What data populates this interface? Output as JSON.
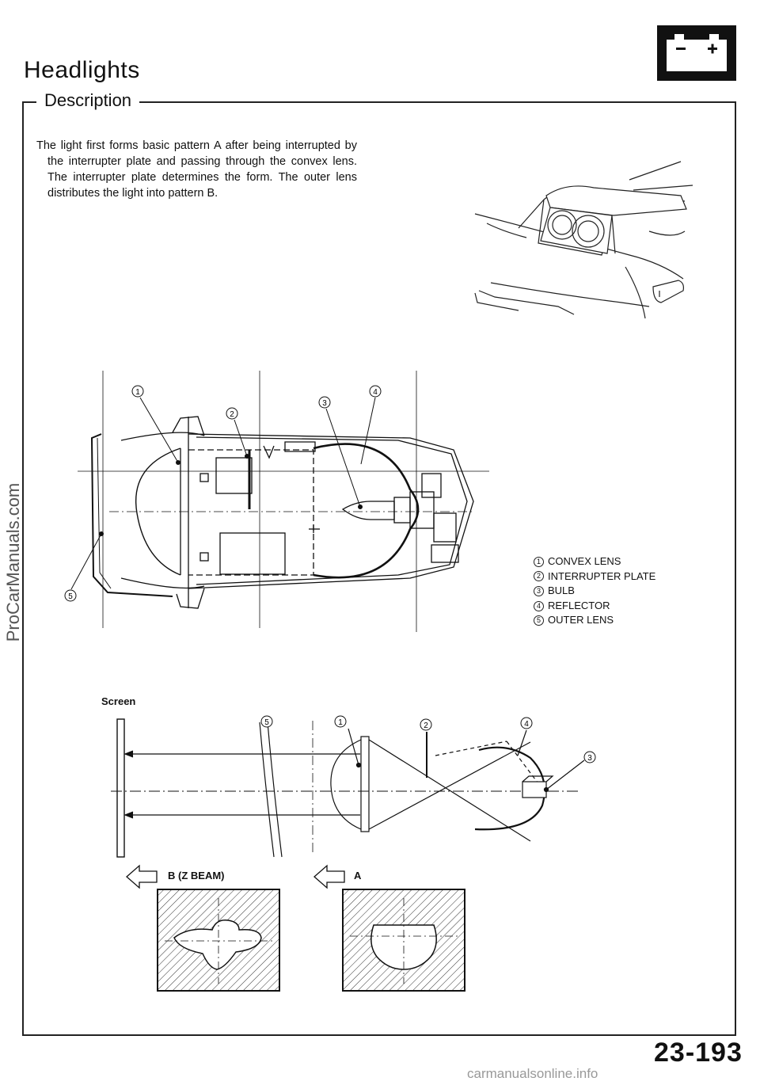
{
  "page": {
    "title": "Headlights",
    "section": "Description",
    "page_number": "23-193"
  },
  "description": {
    "text": "The light first forms basic pattern A after being interrupted by the interrupter plate and passing through the convex lens. The interrupter plate determines the form. The outer lens distributes the light into pattern B."
  },
  "legend": [
    {
      "num": "1",
      "label": "CONVEX LENS"
    },
    {
      "num": "2",
      "label": "INTERRUPTER PLATE"
    },
    {
      "num": "3",
      "label": "BULB"
    },
    {
      "num": "4",
      "label": "REFLECTOR"
    },
    {
      "num": "5",
      "label": "OUTER LENS"
    }
  ],
  "callouts": {
    "n1": "1",
    "n2": "2",
    "n3": "3",
    "n4": "4",
    "n5": "5"
  },
  "optics": {
    "screen_label": "Screen",
    "pattern_b_label": "B (Z BEAM)",
    "pattern_a_label": "A"
  },
  "watermarks": {
    "side": "ProCarManuals.com",
    "bottom": "carmanualsonline.info"
  },
  "icons": {
    "battery": "battery-icon",
    "arrow": "arrow-left-icon"
  }
}
